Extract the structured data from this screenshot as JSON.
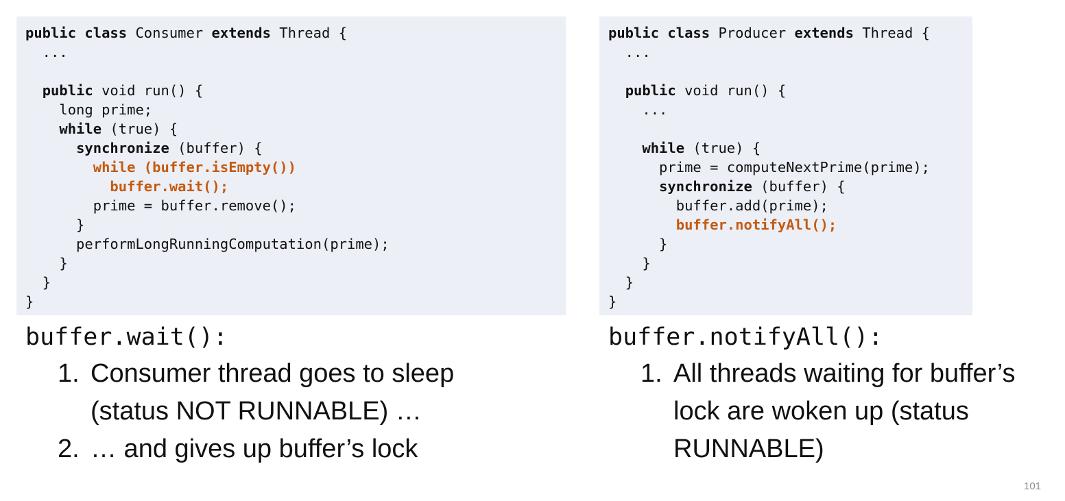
{
  "left_code": [
    [
      {
        "t": "public class",
        "b": 1
      },
      {
        "t": " Consumer "
      },
      {
        "t": "extends",
        "b": 1
      },
      {
        "t": " Thread {"
      }
    ],
    [
      {
        "t": "  ..."
      }
    ],
    [
      {
        "t": ""
      }
    ],
    [
      {
        "t": "  "
      },
      {
        "t": "public",
        "b": 1
      },
      {
        "t": " void run() {"
      }
    ],
    [
      {
        "t": "    long prime;"
      }
    ],
    [
      {
        "t": "    "
      },
      {
        "t": "while",
        "b": 1
      },
      {
        "t": " (true) {"
      }
    ],
    [
      {
        "t": "      "
      },
      {
        "t": "synchronize",
        "b": 1
      },
      {
        "t": " (buffer) {"
      }
    ],
    [
      {
        "t": "        "
      },
      {
        "t": "while (buffer.isEmpty())",
        "o": 1
      }
    ],
    [
      {
        "t": "          "
      },
      {
        "t": "buffer.wait();",
        "o": 1
      }
    ],
    [
      {
        "t": "        prime = buffer.remove();"
      }
    ],
    [
      {
        "t": "      }"
      }
    ],
    [
      {
        "t": "      performLongRunningComputation(prime);"
      }
    ],
    [
      {
        "t": "    }"
      }
    ],
    [
      {
        "t": "  }"
      }
    ],
    [
      {
        "t": "}"
      }
    ]
  ],
  "right_code": [
    [
      {
        "t": "public class",
        "b": 1
      },
      {
        "t": " Producer "
      },
      {
        "t": "extends",
        "b": 1
      },
      {
        "t": " Thread {"
      }
    ],
    [
      {
        "t": "  ..."
      }
    ],
    [
      {
        "t": ""
      }
    ],
    [
      {
        "t": "  "
      },
      {
        "t": "public",
        "b": 1
      },
      {
        "t": " void run() {"
      }
    ],
    [
      {
        "t": "    ..."
      }
    ],
    [
      {
        "t": ""
      }
    ],
    [
      {
        "t": "    "
      },
      {
        "t": "while",
        "b": 1
      },
      {
        "t": " (true) {"
      }
    ],
    [
      {
        "t": "      prime = computeNextPrime(prime);"
      }
    ],
    [
      {
        "t": "      "
      },
      {
        "t": "synchronize",
        "b": 1
      },
      {
        "t": " (buffer) {"
      }
    ],
    [
      {
        "t": "        buffer.add(prime);"
      }
    ],
    [
      {
        "t": "        "
      },
      {
        "t": "buffer.notifyAll();",
        "o": 1
      }
    ],
    [
      {
        "t": "      }"
      }
    ],
    [
      {
        "t": "    }"
      }
    ],
    [
      {
        "t": "  }"
      }
    ],
    [
      {
        "t": "}"
      }
    ]
  ],
  "left_explain": {
    "method": "buffer.wait():",
    "items": [
      {
        "num": "1.",
        "text": "Consumer thread goes to sleep (status NOT RUNNABLE) …"
      },
      {
        "num": "2.",
        "text": "… and gives up buffer’s lock"
      }
    ]
  },
  "right_explain": {
    "method": "buffer.notifyAll():",
    "items": [
      {
        "num": "1.",
        "text": "All threads waiting for buffer’s lock are woken up (status RUNNABLE)"
      }
    ]
  },
  "page_number": "101",
  "colors": {
    "code_bg": "#eceff6",
    "highlight": "#c55a11"
  }
}
